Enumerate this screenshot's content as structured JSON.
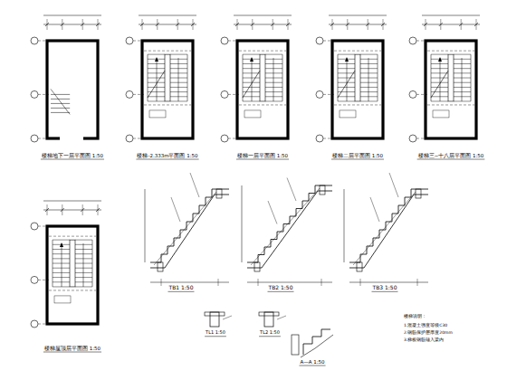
{
  "diagram": {
    "labels": [
      "楼梯地下一层平面图 1:50",
      "楼梯-2.333m平面图 1:50",
      "楼梯一层平面图 1:50",
      "楼梯二层平面图 1:50",
      "楼梯三~十八层平面图 1:50",
      "楼梯屋顶层平面图 1:50",
      "TB1 1:50",
      "TB2 1:50",
      "TB3 1:50",
      "TL1 1:50",
      "TL2 1:50",
      "A—A 1:50",
      "楼梯说明：",
      "1.混凝土强度等级C30",
      "2.钢筋保护层厚度20mm",
      "3.梯板钢筋锚入梁内"
    ]
  }
}
